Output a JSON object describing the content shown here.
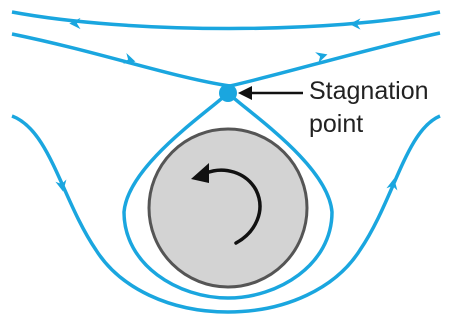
{
  "annotation": {
    "line1": "Stagnation",
    "line2": "point"
  },
  "colors": {
    "streamline": "#1aa6df",
    "cylinder_fill": "#d3d3d3",
    "cylinder_edge": "#555555",
    "rotation_arrow": "#111111",
    "annotation_arrow": "#111111",
    "text": "#222222"
  },
  "cylinder": {
    "rotation_direction": "counterclockwise"
  }
}
